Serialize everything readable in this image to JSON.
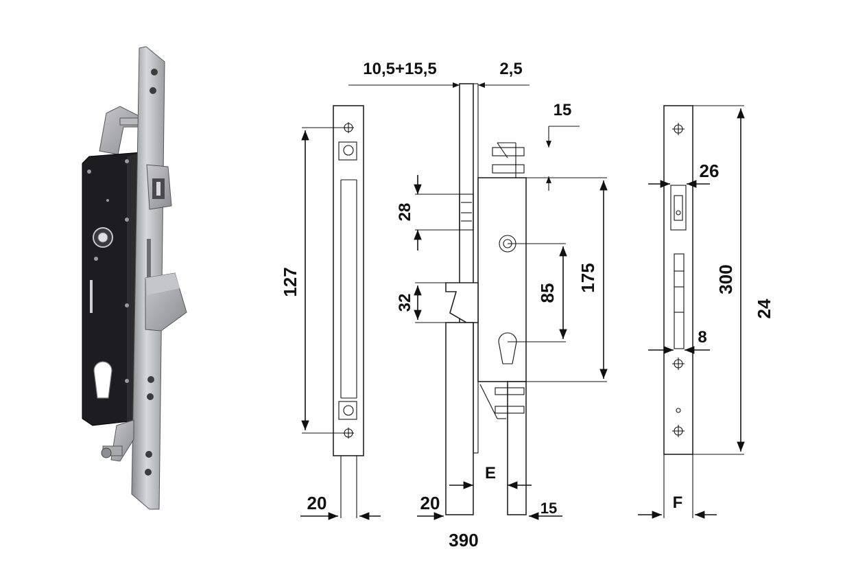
{
  "dimensions": {
    "width_thickness": "10,5+15,5",
    "faceplate_thickness": "2,5",
    "top_offset": "15",
    "front_left_height": "127",
    "latch_height": "28",
    "hook_height": "32",
    "center_distance": "85",
    "case_height": "175",
    "faceplate_width": "26",
    "faceplate_length": "300",
    "total_length": "24",
    "slot_width": "8",
    "front_width": "20",
    "side_width": "20",
    "side_offset": "15",
    "backset": "E",
    "faceplate_label": "F",
    "bottom_value": "390"
  }
}
